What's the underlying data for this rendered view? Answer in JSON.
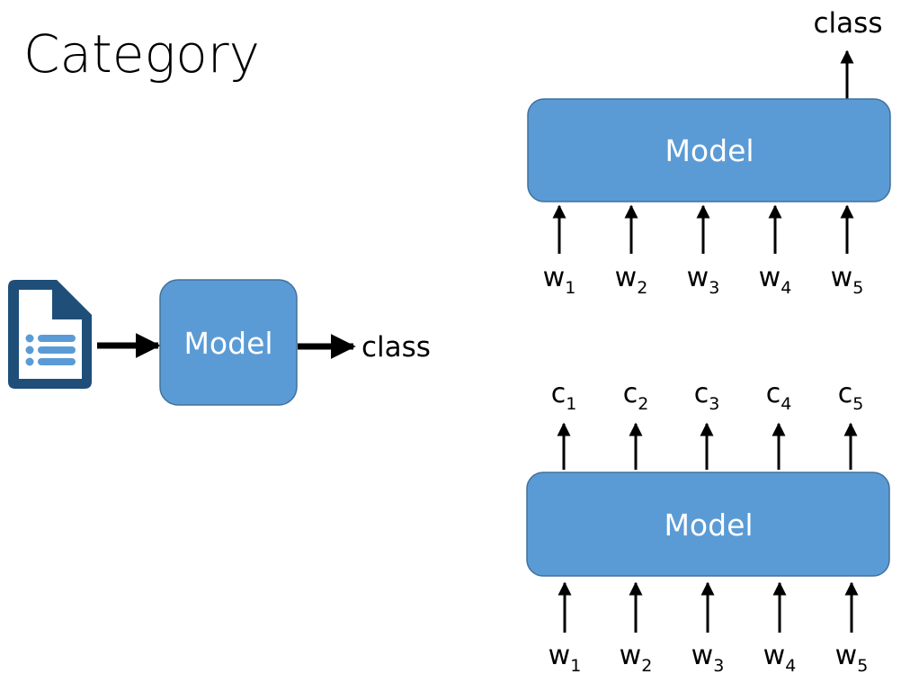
{
  "title": "Category",
  "colors": {
    "model_fill": "#5b9bd5",
    "model_stroke": "#41719c",
    "doc_icon": "#1f4e79",
    "doc_lines": "#5b9bd5",
    "arrow": "#000000"
  },
  "left_pipeline": {
    "icon": "document-list-icon",
    "model_label": "Model",
    "output_label": "class"
  },
  "top_right": {
    "model_label": "Model",
    "output_label": "class",
    "inputs": [
      {
        "base": "w",
        "sub": "1"
      },
      {
        "base": "w",
        "sub": "2"
      },
      {
        "base": "w",
        "sub": "3"
      },
      {
        "base": "w",
        "sub": "4"
      },
      {
        "base": "w",
        "sub": "5"
      }
    ]
  },
  "bottom_right": {
    "model_label": "Model",
    "outputs": [
      {
        "base": "c",
        "sub": "1"
      },
      {
        "base": "c",
        "sub": "2"
      },
      {
        "base": "c",
        "sub": "3"
      },
      {
        "base": "c",
        "sub": "4"
      },
      {
        "base": "c",
        "sub": "5"
      }
    ],
    "inputs": [
      {
        "base": "w",
        "sub": "1"
      },
      {
        "base": "w",
        "sub": "2"
      },
      {
        "base": "w",
        "sub": "3"
      },
      {
        "base": "w",
        "sub": "4"
      },
      {
        "base": "w",
        "sub": "5"
      }
    ]
  }
}
